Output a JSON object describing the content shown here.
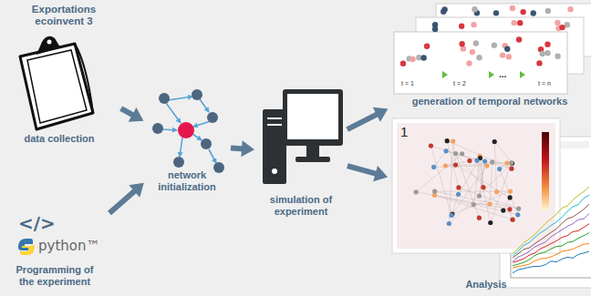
{
  "diagram": {
    "nodes": [
      {
        "text": [
          "Exportations ecoinvent 3",
          "data collection"
        ]
      },
      {
        "text": [
          "Programming of the experiment"
        ]
      },
      {
        "text": [
          "network initialization"
        ]
      },
      {
        "text": [
          "simulation of experiment"
        ]
      },
      {
        "text": [
          "generation of temporal networks"
        ]
      },
      {
        "text": [
          "Analysis"
        ]
      }
    ],
    "edges": [
      {
        "from": 0,
        "to": 2,
        "arrow": "to"
      },
      {
        "from": 1,
        "to": 2,
        "arrow": "to"
      },
      {
        "from": 2,
        "to": 3,
        "arrow": "to"
      },
      {
        "from": 3,
        "to": 4,
        "arrow": "to"
      },
      {
        "from": 3,
        "to": 5,
        "arrow": "to"
      }
    ],
    "labels": [
      "t = 1",
      "t = 2",
      "...",
      "t = n",
      "1",
      "</>",
      "python™"
    ]
  }
}
